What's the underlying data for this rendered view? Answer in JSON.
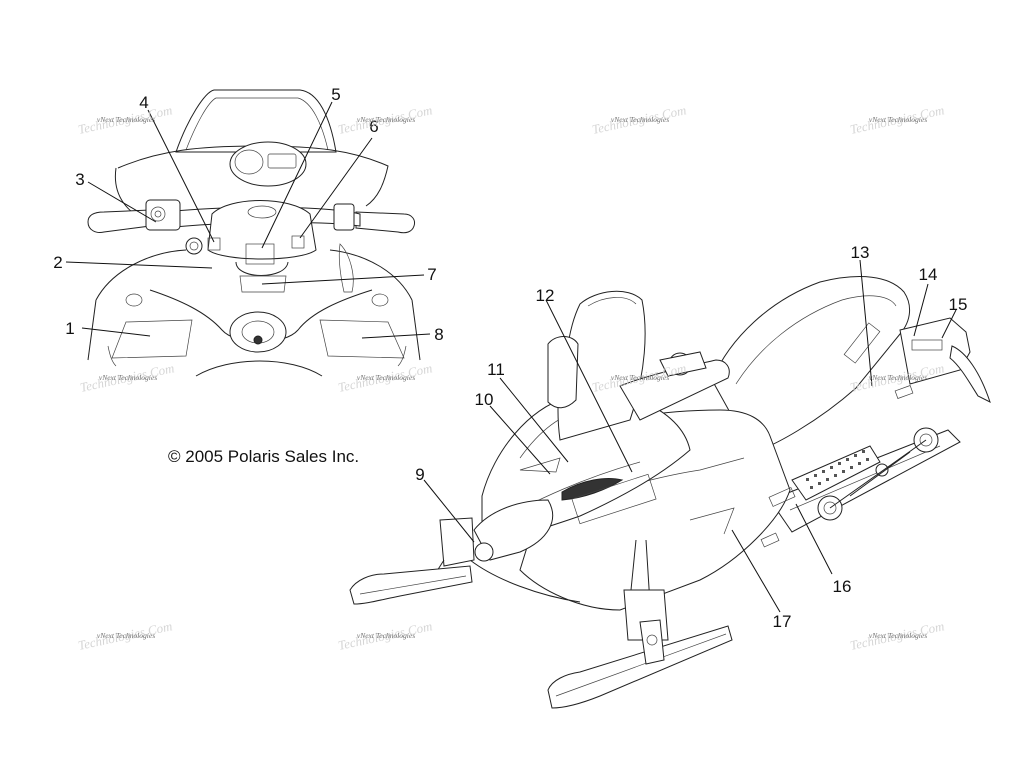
{
  "copyright": "© 2005 Polaris Sales Inc.",
  "watermark": {
    "line1": "vNext Technologies",
    "line2": "Technologies.Com"
  },
  "callouts": [
    "1",
    "2",
    "3",
    "4",
    "5",
    "6",
    "7",
    "8",
    "9",
    "10",
    "11",
    "12",
    "13",
    "14",
    "15",
    "16",
    "17"
  ],
  "colors": {
    "line": "#222222",
    "background": "#ffffff"
  }
}
